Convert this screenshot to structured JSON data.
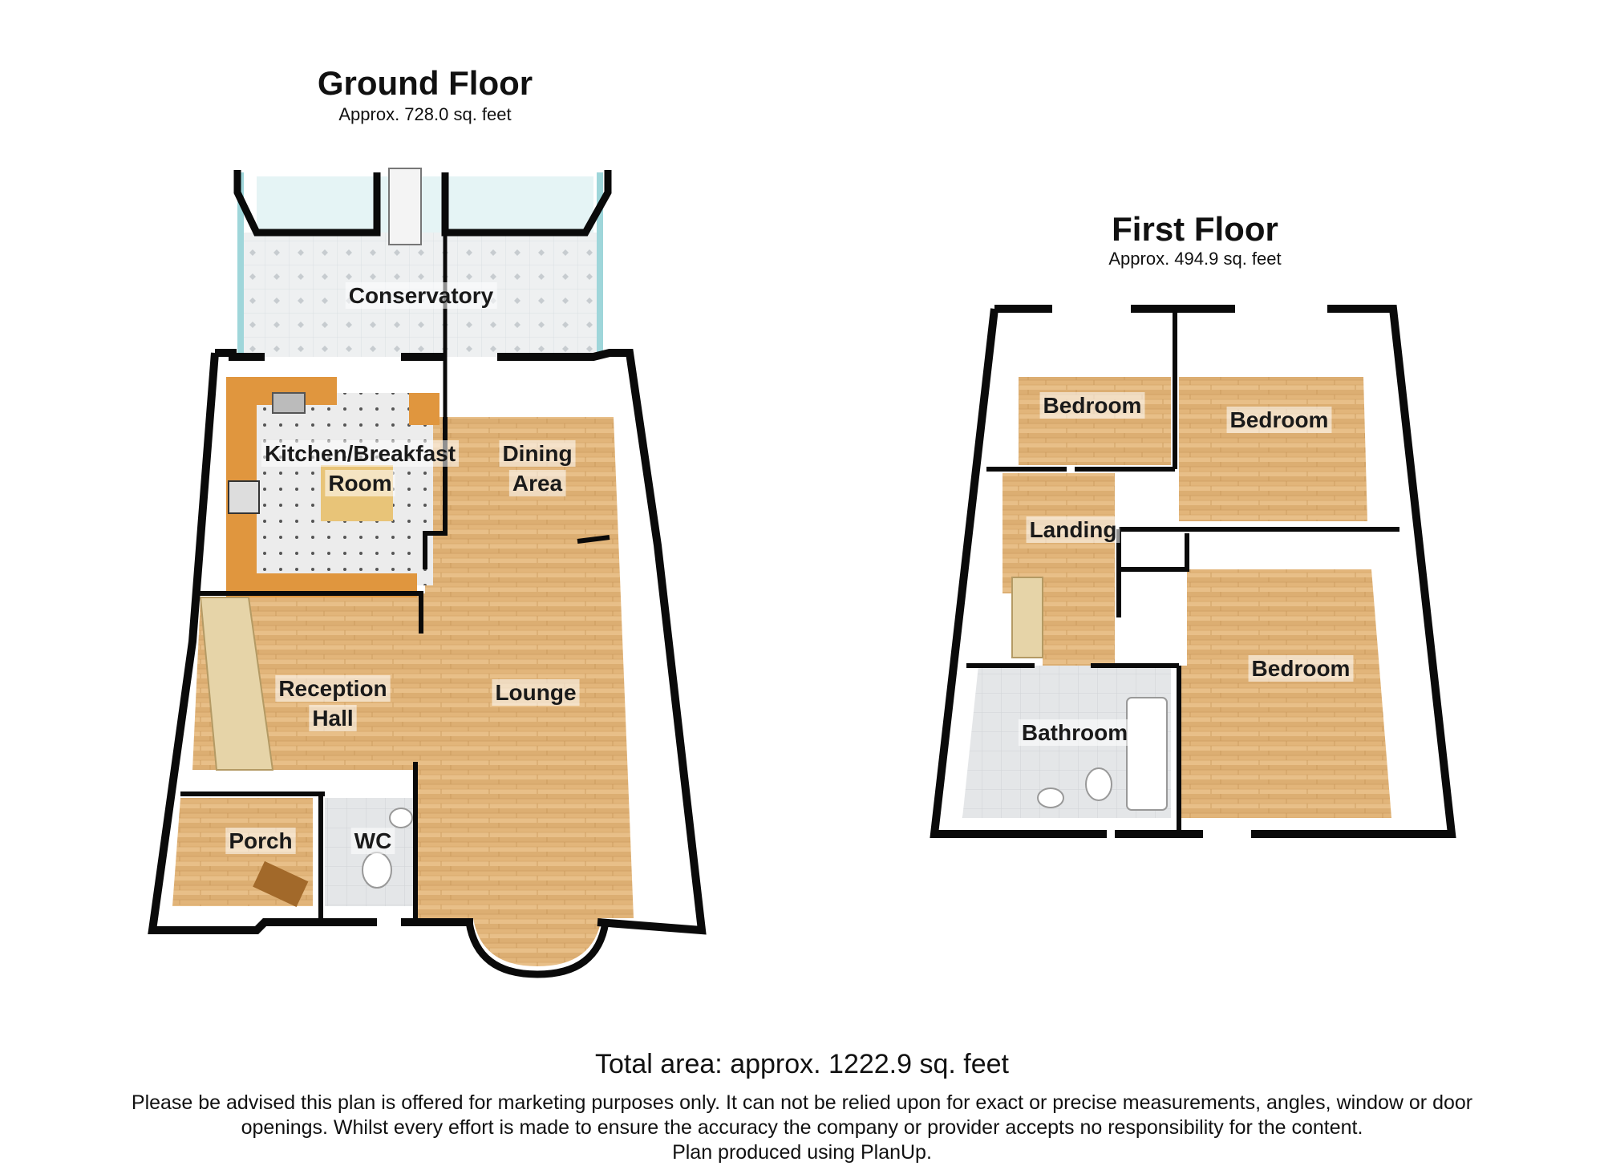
{
  "ground_floor": {
    "title": "Ground Floor",
    "area": "Approx. 728.0 sq. feet",
    "rooms": {
      "conservatory": "Conservatory",
      "kitchen_line1": "Kitchen/Breakfast",
      "kitchen_line2": "Room",
      "dining_line1": "Dining",
      "dining_line2": "Area",
      "reception_line1": "Reception",
      "reception_line2": "Hall",
      "lounge": "Lounge",
      "porch": "Porch",
      "wc": "WC"
    }
  },
  "first_floor": {
    "title": "First Floor",
    "area": "Approx. 494.9 sq. feet",
    "rooms": {
      "bedroom_1": "Bedroom",
      "bedroom_2": "Bedroom",
      "bedroom_3": "Bedroom",
      "landing": "Landing",
      "bathroom": "Bathroom"
    }
  },
  "footer": {
    "total_area": "Total area: approx. 1222.9 sq. feet",
    "disclaimer_line1": "Please be advised this plan is offered for marketing purposes only. It can not be relied upon for exact or precise measurements, angles, window or door",
    "disclaimer_line2": "openings. Whilst every effort is made to ensure the accuracy the company or provider accepts no responsibility for the content.",
    "disclaimer_line3": "Plan produced using PlanUp."
  },
  "colors": {
    "wall": "#0a0a0a",
    "wood_floor": "#e2b57a",
    "tile_floor": "#e9ecee",
    "worktop": "#e0963e",
    "glass": "#bfe3e6"
  }
}
